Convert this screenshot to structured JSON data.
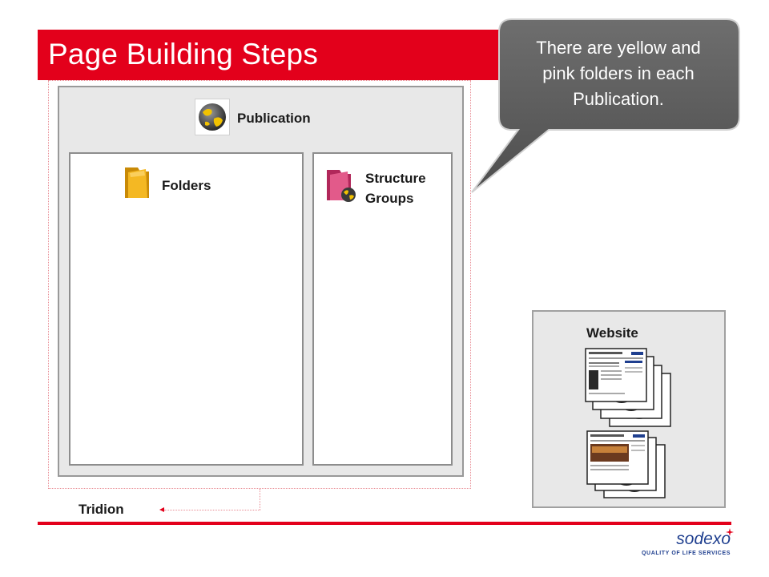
{
  "slide": {
    "title": "Page Building Steps"
  },
  "callout": {
    "lines": [
      "There are yellow and",
      "pink folders in each",
      "Publication."
    ]
  },
  "publication": {
    "label": "Publication"
  },
  "folders": {
    "label": "Folders"
  },
  "structure_groups": {
    "lines": [
      "Structure",
      "Groups"
    ]
  },
  "tridion": {
    "label": "Tridion"
  },
  "website": {
    "label": "Website"
  },
  "logo": {
    "word": "sodexo",
    "tagline": "QUALITY OF LIFE SERVICES"
  },
  "colors": {
    "brand_red": "#e3001b",
    "callout_gray": "#5a5a5a",
    "logo_blue": "#1f3f8f"
  },
  "icons": {
    "publication": "globe-icon",
    "folders": "yellow-folder-icon",
    "structure_groups": "pink-folder-globe-icon"
  }
}
